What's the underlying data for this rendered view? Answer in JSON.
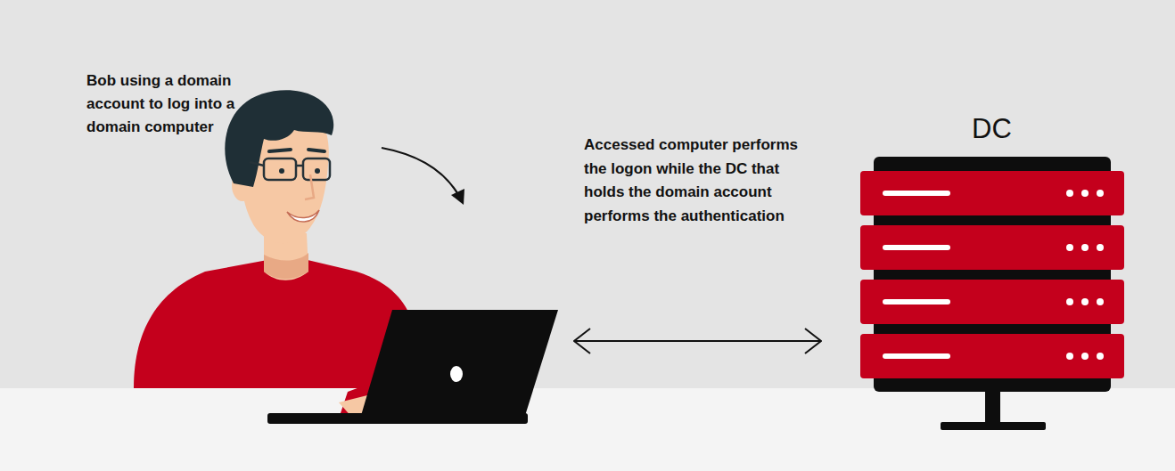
{
  "diagram": {
    "nodes": [
      {
        "text": [
          "Bob using a domain account to log into a domain computer"
        ]
      },
      {
        "text": [
          "DC"
        ]
      }
    ],
    "edges": [
      {
        "from": 0,
        "to": 1,
        "arrow": "both",
        "label": "Accessed computer performs the logon while the DC that holds the domain account performs the authentication"
      }
    ]
  }
}
